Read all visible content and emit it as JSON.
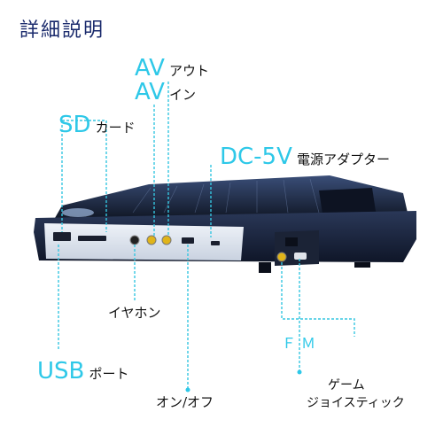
{
  "title": "詳細説明",
  "labels": {
    "av_out": {
      "accent": "AV",
      "text": "アウト"
    },
    "av_in": {
      "accent": "AV",
      "text": "イン"
    },
    "sd": {
      "accent": "SD",
      "text": "カード"
    },
    "dc": {
      "accent": "DC-5V",
      "text": "電源アダプター"
    },
    "earphone": {
      "text": "イヤホン"
    },
    "usb": {
      "accent": "USB",
      "text": "ポート"
    },
    "onoff": {
      "text": "オン/オフ"
    },
    "fm": {
      "text": "ＦＭ"
    },
    "game": {
      "line1": "ゲーム",
      "line2": "ジョイスティック"
    }
  },
  "colors": {
    "accent": "#2ec8e8",
    "device": "#1a2238",
    "device_edge": "#33486e"
  }
}
